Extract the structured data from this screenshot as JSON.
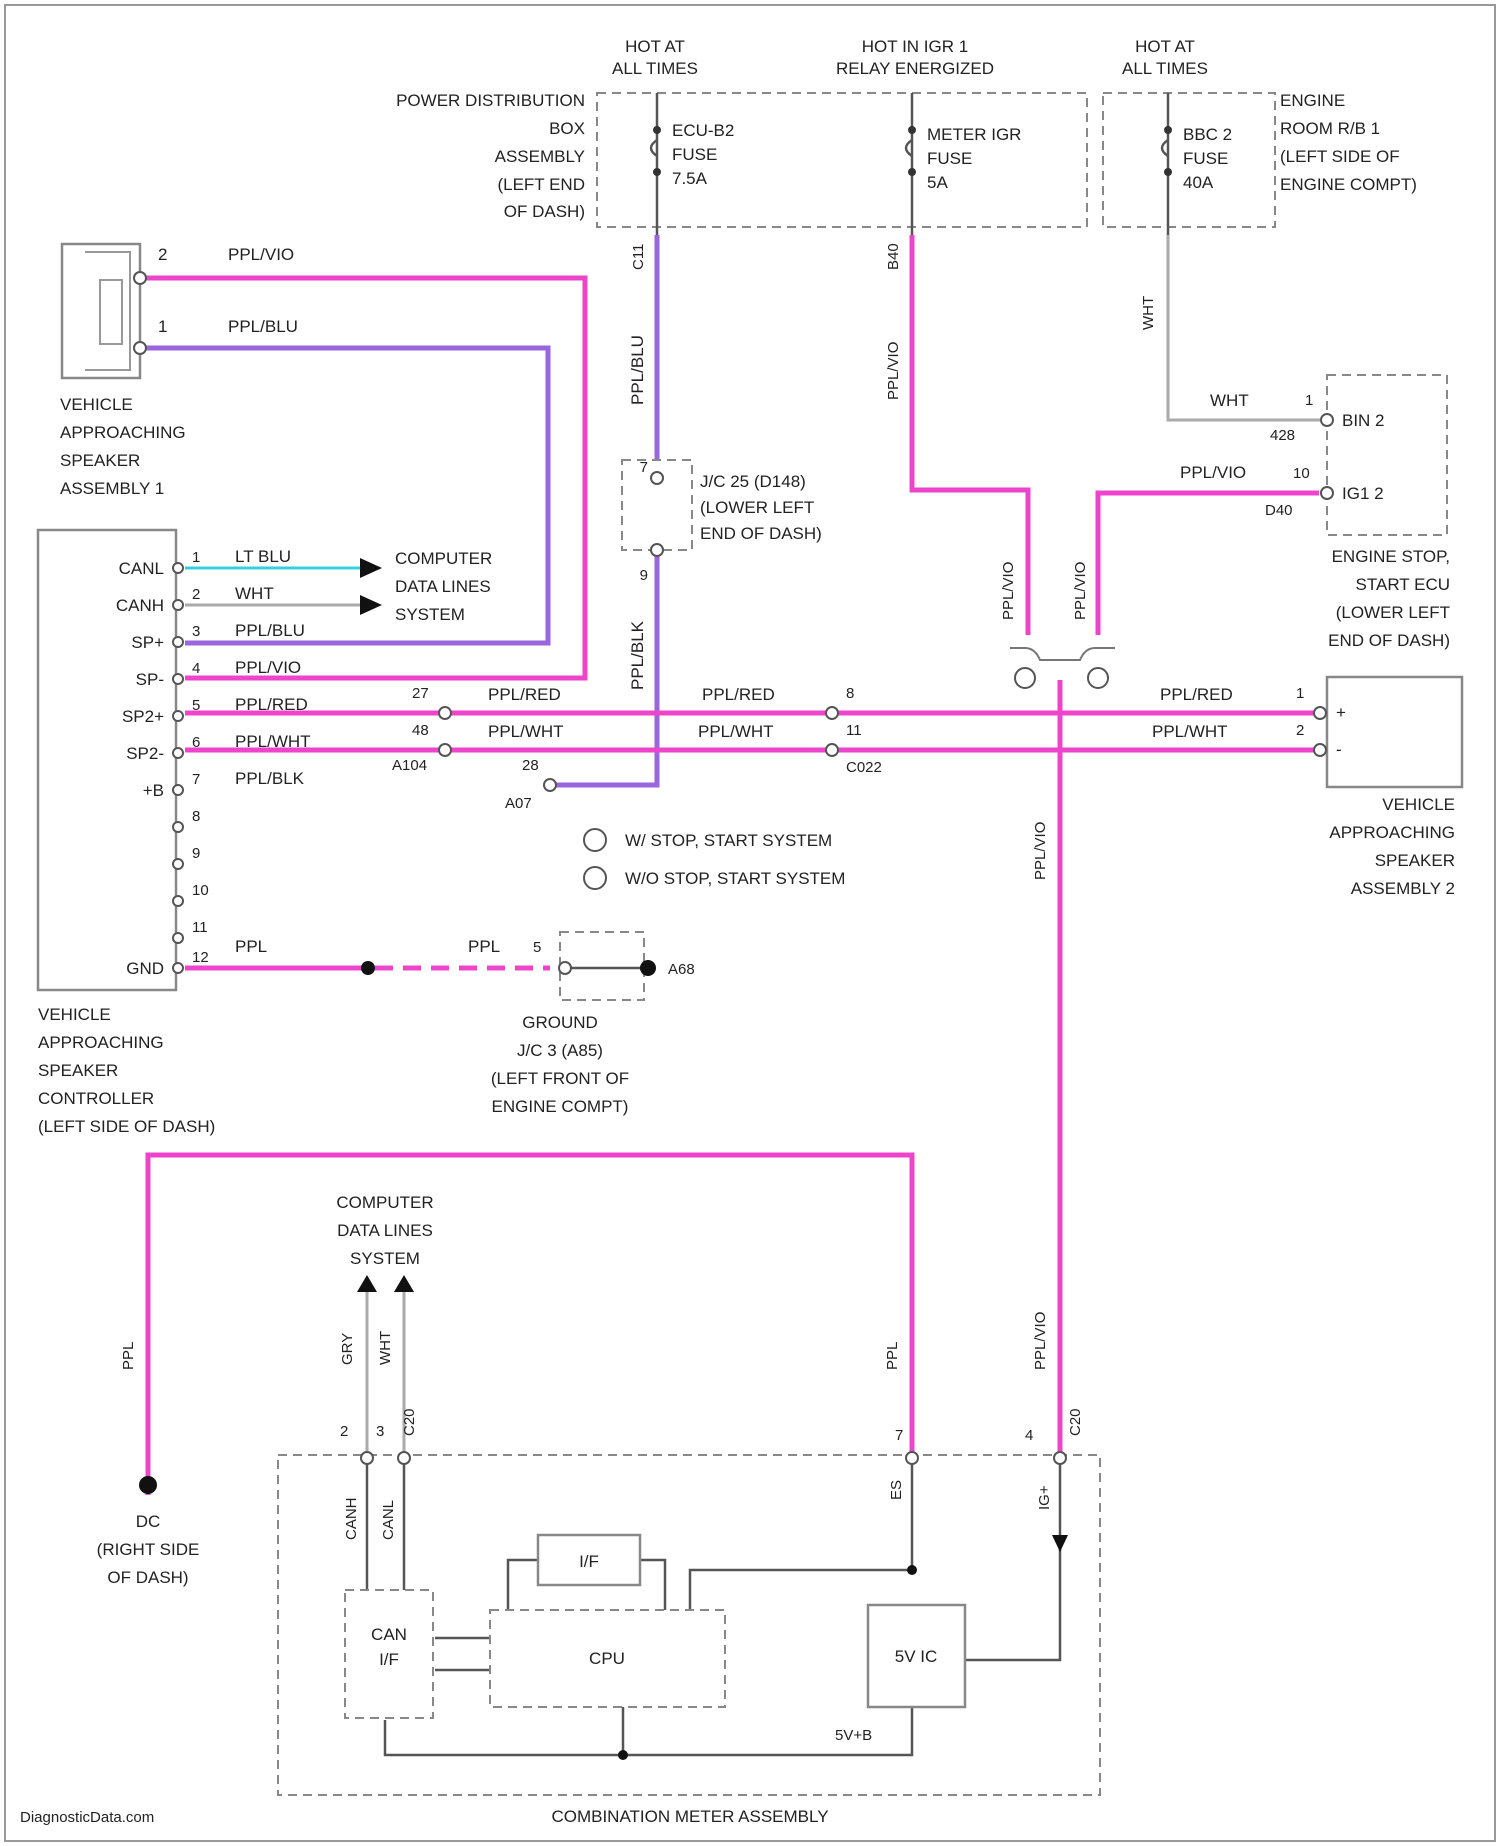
{
  "power": {
    "hot1": [
      "HOT AT",
      "ALL TIMES"
    ],
    "hot2": [
      "HOT IN IGR 1",
      "RELAY ENERGIZED"
    ],
    "hot3": [
      "HOT AT",
      "ALL TIMES"
    ],
    "pdb": [
      "POWER DISTRIBUTION",
      "BOX",
      "ASSEMBLY",
      "(LEFT END",
      "OF DASH)"
    ],
    "fuse1": [
      "ECU-B2",
      "FUSE",
      "7.5A"
    ],
    "fuse2": [
      "METER IGR",
      "FUSE",
      "5A"
    ],
    "fuse3": [
      "BBC 2",
      "FUSE",
      "40A"
    ],
    "room": [
      "ENGINE",
      "ROOM R/B 1",
      "(LEFT SIDE OF",
      "ENGINE COMPT)"
    ],
    "c11": "C11",
    "b40": "B40"
  },
  "speaker1": {
    "name": [
      "VEHICLE",
      "APPROACHING",
      "SPEAKER",
      "ASSEMBLY 1"
    ],
    "pin2": "2",
    "pin1": "1",
    "wire2": "PPL/VIO",
    "wire1": "PPL/BLU"
  },
  "controller": {
    "name": [
      "VEHICLE",
      "APPROACHING",
      "SPEAKER",
      "CONTROLLER",
      "(LEFT SIDE OF DASH)"
    ],
    "pins": [
      {
        "label": "CANL",
        "num": "1",
        "wire": "LT BLU"
      },
      {
        "label": "CANH",
        "num": "2",
        "wire": "WHT"
      },
      {
        "label": "SP+",
        "num": "3",
        "wire": "PPL/BLU"
      },
      {
        "label": "SP-",
        "num": "4",
        "wire": "PPL/VIO"
      },
      {
        "label": "SP2+",
        "num": "5",
        "wire": "PPL/RED"
      },
      {
        "label": "SP2-",
        "num": "6",
        "wire": "PPL/WHT"
      },
      {
        "label": "+B",
        "num": "7",
        "wire": "PPL/BLK"
      },
      {
        "label": "",
        "num": "8",
        "wire": ""
      },
      {
        "label": "",
        "num": "9",
        "wire": ""
      },
      {
        "label": "",
        "num": "10",
        "wire": ""
      },
      {
        "label": "",
        "num": "11",
        "wire": ""
      },
      {
        "label": "GND",
        "num": "12",
        "wire": "PPL"
      }
    ],
    "cdl": [
      "COMPUTER",
      "DATA LINES",
      "SYSTEM"
    ]
  },
  "junction": {
    "jc25": [
      "J/C 25 (D148)",
      "(LOWER LEFT",
      "END OF DASH)"
    ],
    "pin_top": "7",
    "pin_bot": "9",
    "wire_up": "PPL/BLU",
    "wire_down": "PPL/BLK",
    "conn27": "27",
    "conn48": "48",
    "conn28": "28",
    "a104": "A104",
    "a07": "A07",
    "wire_r": "PPL/RED",
    "wire_w": "PPL/WHT",
    "conn8": "8",
    "conn11": "11",
    "c022": "C022"
  },
  "legend": {
    "t1": "W/ STOP, START SYSTEM",
    "t2": "W/O STOP, START SYSTEM"
  },
  "ground": {
    "name": [
      "GROUND",
      "J/C 3 (A85)",
      "(LEFT FRONT OF",
      "ENGINE COMPT)"
    ],
    "wire": "PPL",
    "pin": "5",
    "code": "A68"
  },
  "ecu": {
    "name": [
      "ENGINE STOP,",
      "START ECU",
      "(LOWER LEFT",
      "END OF DASH)"
    ],
    "pin1": "1",
    "pin10": "10",
    "l1": "BIN 2",
    "l2": "IG1 2",
    "c428": "428",
    "d40": "D40",
    "wire_w": "WHT",
    "wire_v": "PPL/VIO"
  },
  "speaker2": {
    "name": [
      "VEHICLE",
      "APPROACHING",
      "SPEAKER",
      "ASSEMBLY 2"
    ],
    "p1": "1",
    "p2": "2",
    "plus": "+",
    "minus": "-",
    "wire_r": "PPL/RED",
    "wire_w": "PPL/WHT"
  },
  "meter": {
    "name": "COMBINATION METER ASSEMBLY",
    "cdl": [
      "COMPUTER",
      "DATA LINES",
      "SYSTEM"
    ],
    "wire_gry": "GRY",
    "wire_wht": "WHT",
    "wire_ppl": "PPL",
    "wire_pv": "PPL/VIO",
    "pins": {
      "p2": "2",
      "p3": "3",
      "p4": "4",
      "p7": "7",
      "c20": "C20",
      "canh": "CANH",
      "canl": "CANL",
      "es": "ES",
      "ig": "IG+"
    },
    "blocks": {
      "canif": [
        "CAN",
        "I/F"
      ],
      "if": "I/F",
      "cpu": "CPU",
      "ic": "5V IC",
      "sb": "5V+B"
    },
    "dc": [
      "DC",
      "(RIGHT SIDE",
      "OF DASH)"
    ],
    "site": "DiagnosticData.com"
  }
}
